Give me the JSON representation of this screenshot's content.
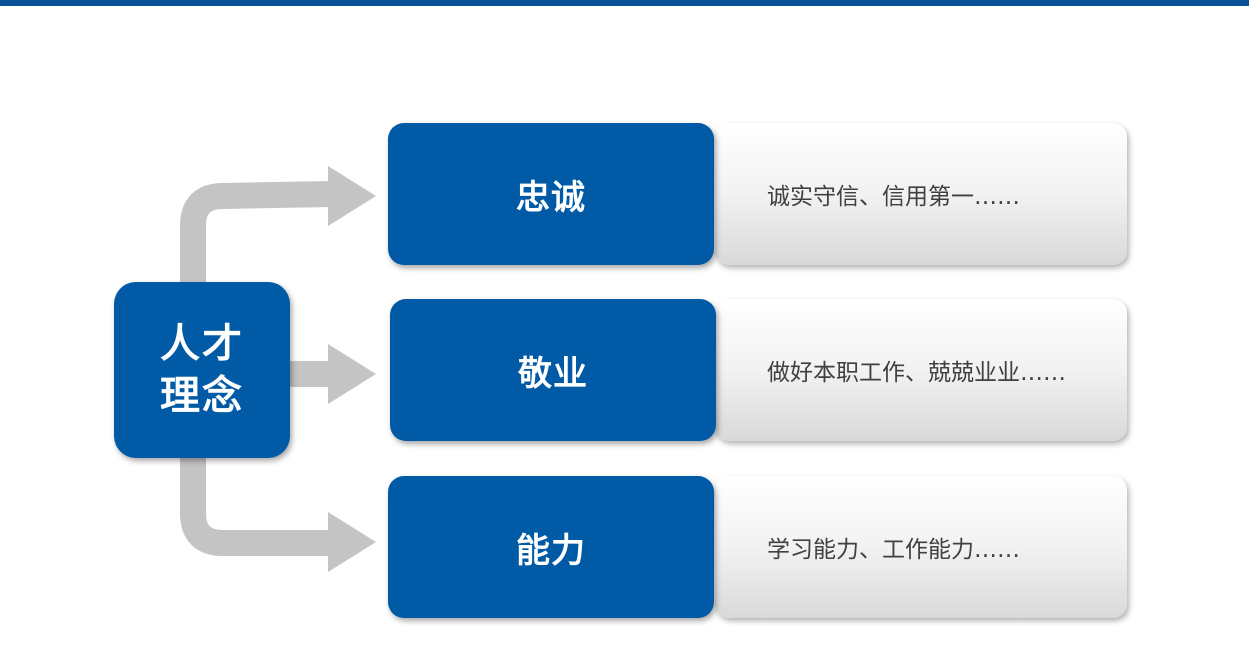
{
  "center": {
    "line1": "人才",
    "line2": "理念"
  },
  "rows": [
    {
      "label": "忠诚",
      "description": "诚实守信、信用第一……"
    },
    {
      "label": "敬业",
      "description": "做好本职工作、兢兢业业……"
    },
    {
      "label": "能力",
      "description": "学习能力、工作能力……"
    }
  ],
  "colors": {
    "accent_blue": "#005aa5",
    "top_bar": "#0a5297",
    "arrow_gray": "#c4c4c4",
    "desc_text": "#404040"
  }
}
